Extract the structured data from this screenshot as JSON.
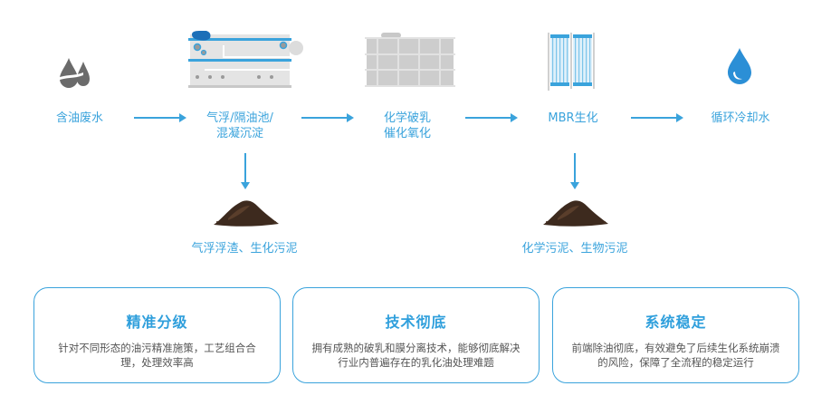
{
  "colors": {
    "accent": "#3aa3dc",
    "icon_gray": "#6b6b6b",
    "equipment_gray": "#d6d6d6",
    "water_blue": "#2b8fd6",
    "card_text": "#555555"
  },
  "process_steps": [
    {
      "label_lines": [
        "含油废水"
      ],
      "icon": "oil-water-drops-icon"
    },
    {
      "label_lines": [
        "气浮/隔油池/",
        "混凝沉淀"
      ],
      "icon": "flotation-tank-icon"
    },
    {
      "label_lines": [
        "化学破乳",
        "催化氧化"
      ],
      "icon": "chemical-tank-icon"
    },
    {
      "label_lines": [
        "MBR生化"
      ],
      "icon": "mbr-membrane-icon"
    },
    {
      "label_lines": [
        "循环冷却水"
      ],
      "icon": "water-drop-icon"
    }
  ],
  "byproducts": [
    {
      "label": "气浮浮渣、生化污泥",
      "icon": "sludge-pile-icon"
    },
    {
      "label": "化学污泥、生物污泥",
      "icon": "sludge-pile-icon"
    }
  ],
  "cards": [
    {
      "title": "精准分级",
      "desc": "针对不同形态的油污精准施策，工艺组合合理，处理效率高"
    },
    {
      "title": "技术彻底",
      "desc": "拥有成熟的破乳和膜分离技术，能够彻底解决行业内普遍存在的乳化油处理难题"
    },
    {
      "title": "系统稳定",
      "desc": "前端除油彻底，有效避免了后续生化系统崩溃的风险，保障了全流程的稳定运行"
    }
  ]
}
